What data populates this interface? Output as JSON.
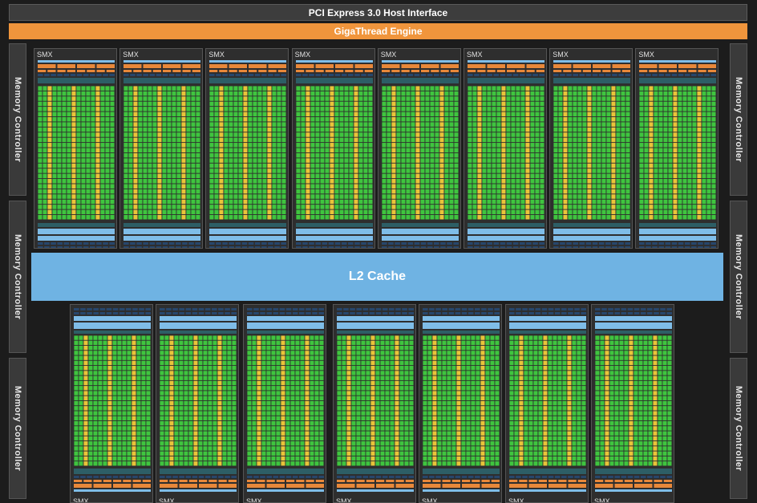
{
  "header": {
    "pcie_label": "PCI Express 3.0 Host Interface",
    "engine_label": "GigaThread Engine"
  },
  "memory_controller_label": "Memory Controller",
  "l2_label": "L2 Cache",
  "smx_label": "SMX",
  "top_smx_count": 8,
  "bottom_smx_count": 7,
  "colors": {
    "background": "#1c1c1c",
    "interface_bar": "#3d3d3d",
    "engine": "#f0953c",
    "l2_cache": "#6fb3e3",
    "core_green": "#3fc53f",
    "core_yellow": "#e9c43a",
    "cache_blue": "#7fbde8",
    "dark_teal": "#2d5e66",
    "navy": "#27466b",
    "orange": "#e8883a"
  }
}
